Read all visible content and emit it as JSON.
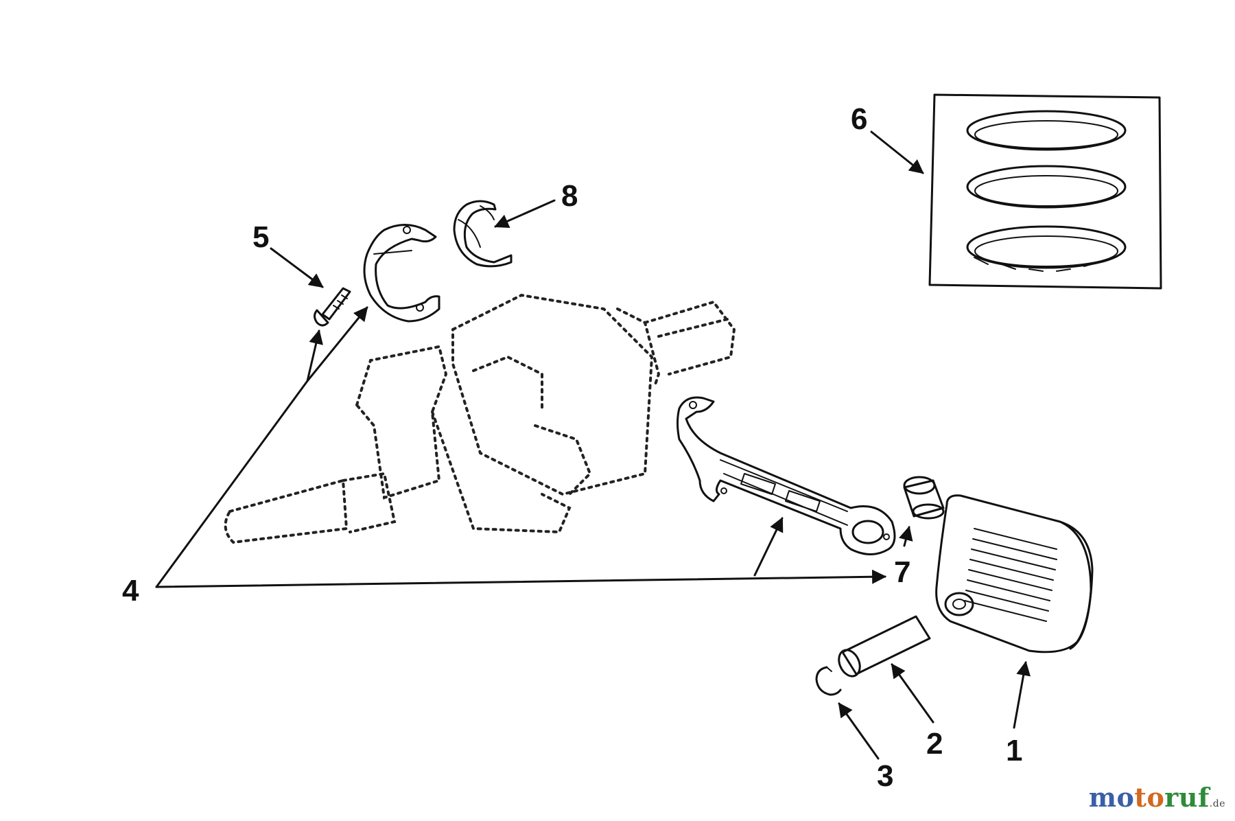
{
  "callouts": {
    "c1": "1",
    "c2": "2",
    "c3": "3",
    "c4": "4",
    "c5": "5",
    "c6": "6",
    "c7": "7",
    "c8": "8"
  },
  "watermark": {
    "part1": "mo",
    "part2": "to",
    "part3": "ruf",
    "tld": ".de"
  }
}
